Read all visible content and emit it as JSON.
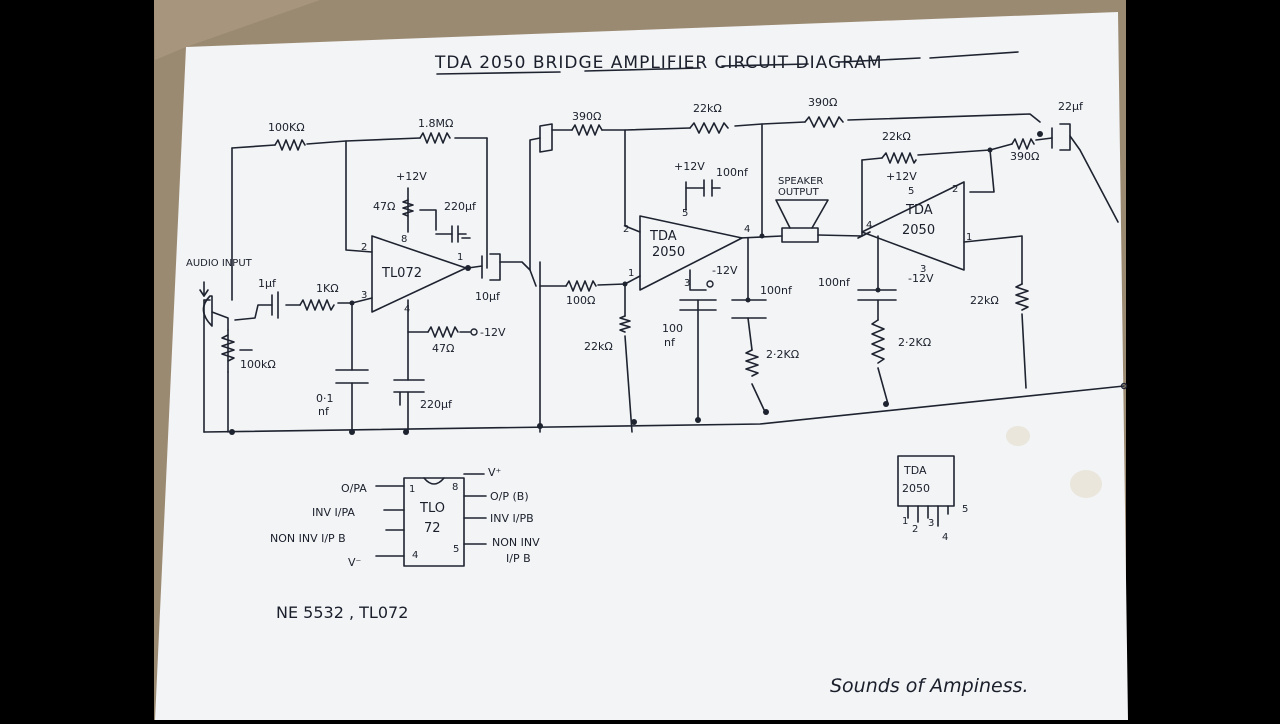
{
  "title": "TDA 2050 BRIDGE AMPLIFIER CIRCUIT DIAGRAM",
  "signature": "Sounds of Ampiness.",
  "footnote": "NE 5532 , TL072",
  "labels": {
    "audio_input": "AUDIO INPUT",
    "r_100k_top": "100KΩ",
    "r_1_8m": "1.8MΩ",
    "plus12_a": "+12V",
    "r_47_a": "47Ω",
    "c_220uf_a": "220µf",
    "pin8": "8",
    "pin2_tl": "2",
    "pin1_tl": "1",
    "pin3_tl": "3",
    "pin4_tl": "4",
    "tl072": "TL072",
    "c_1uf": "1µf",
    "r_1k": "1KΩ",
    "pot_100k": "100kΩ",
    "c_01nf_1": "0·1",
    "c_01nf_2": "nf",
    "r_47_b": "47Ω",
    "minus12_a": "-12V",
    "c_220uf_b": "220µf",
    "c_10uf": "10µf",
    "r_390_a": "390Ω",
    "r_22k_a": "22kΩ",
    "plus12_b": "+12V",
    "c_100nf_a": "100nf",
    "pin5_a": "5",
    "pin2_a": "2",
    "tda_a_1": "TDA",
    "tda_a_2": "2050",
    "pin4_a": "4",
    "pin1_a": "1",
    "minus12_b": "-12V",
    "pin3_a": "3",
    "r_100_a": "100Ω",
    "r_22k_b": "22kΩ",
    "c_100nf_b1": "100",
    "c_100nf_b2": "nf",
    "speaker_1": "SPEAKER",
    "speaker_2": "OUTPUT",
    "c_100nf_c": "100nf",
    "r_2_2k_a": "2·2KΩ",
    "c_100nf_d": "100nf",
    "r_2_2k_b": "2·2KΩ",
    "r_390_b": "390Ω",
    "c_22uf": "22µf",
    "r_22k_c": "22kΩ",
    "r_390_c": "390Ω",
    "plus12_c": "+12V",
    "pin5_b": "5",
    "pin2_b": "2",
    "tda_b_1": "TDA",
    "tda_b_2": "2050",
    "pin4_b": "4",
    "pin1_b": "1",
    "pin3_b": "3",
    "minus12_c": "-12V",
    "r_22k_d": "22kΩ"
  },
  "pinout_tl072": {
    "chip_1": "TLO",
    "chip_2": "72",
    "left": [
      "O/PA",
      "INV I/PA",
      "NON INV I/P B",
      "V⁻"
    ],
    "right": [
      "V⁺",
      "O/P (B)",
      "INV I/PB",
      "NON INV",
      "I/P B"
    ],
    "pins_left": [
      "1",
      "4"
    ],
    "pins_right": [
      "8",
      "5"
    ]
  },
  "pinout_tda": {
    "chip_1": "TDA",
    "chip_2": "2050",
    "pins": [
      "1",
      "2",
      "3",
      "4",
      "5"
    ]
  }
}
